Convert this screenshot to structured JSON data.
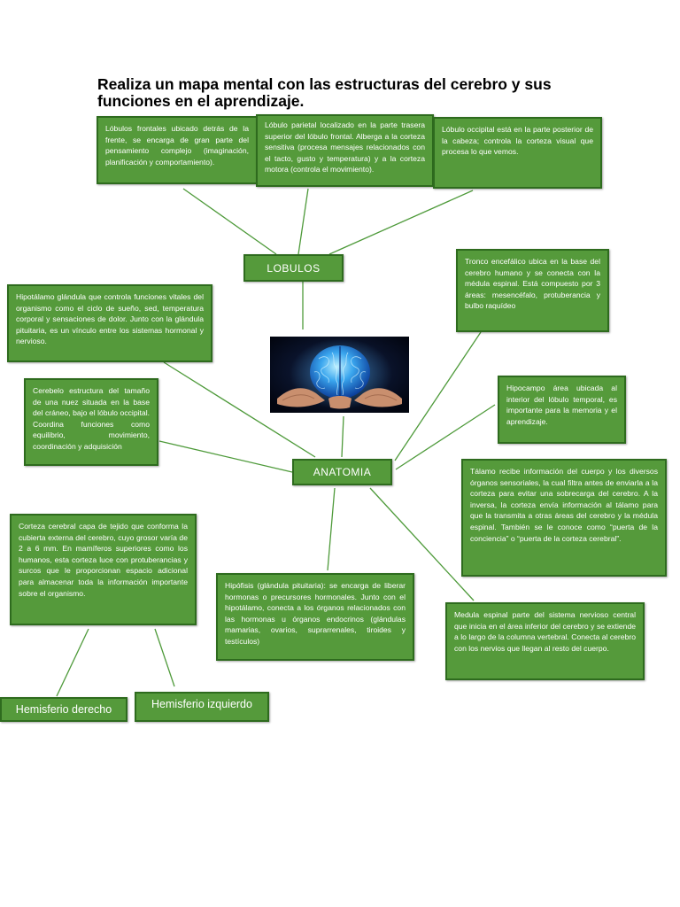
{
  "title": "Realiza un mapa mental con las estructuras del cerebro y sus funciones en el aprendizaje.",
  "nodes": {
    "lobulos": "LOBULOS",
    "anatomia": "ANATOMIA"
  },
  "boxes": {
    "frontal": "Lóbulos frontales ubicado detrás de la frente, se encarga de gran parte del pensamiento complejo (imaginación, planificación y comportamiento).",
    "parietal": "Lóbulo parietal  localizado en la parte trasera superior del lóbulo frontal. Alberga a la corteza sensitiva (procesa mensajes relacionados con el tacto, gusto y temperatura) y a la corteza motora (controla el movimiento).",
    "occipital": "Lóbulo occipital está en la parte posterior de la cabeza; controla la corteza visual que procesa lo que vemos.",
    "hipotalamo": "Hipotálamo glándula que controla funciones vitales del organismo como el ciclo de sueño, sed, temperatura corporal y sensaciones de dolor. Junto con la glándula pituitaria, es un vínculo entre los sistemas hormonal y nervioso.",
    "tronco": "Tronco encefálico ubica en la base del cerebro humano y se conecta con la médula espinal. Está compuesto por 3 áreas: mesencéfalo, protuberancia y bulbo raquídeo",
    "cerebelo": "Cerebelo estructura del tamaño de una nuez situada en la base del cráneo, bajo el lóbulo occipital. Coordina funciones como equilibrio, movimiento, coordinación y adquisición",
    "hipocampo": "Hipocampo área ubicada al interior del lóbulo temporal, es importante para la memoria y el aprendizaje.",
    "talamo": "Tálamo recibe información del cuerpo y los diversos órganos sensoriales, la cual filtra antes de enviarla a la corteza para evitar una sobrecarga del cerebro. A la inversa, la corteza envía información al tálamo para que la transmita a otras áreas del cerebro y la médula espinal. También se le conoce como “puerta de la conciencia” o “puerta de la corteza cerebral”.",
    "corteza": "Corteza cerebral capa de tejido que conforma la cubierta externa del cerebro, cuyo grosor varía de 2 a 6 mm. En mamíferos superiores como los humanos, esta corteza luce con protuberancias y surcos que le proporcionan espacio adicional para almacenar toda la información importante sobre el organismo.",
    "hipofisis": "Hipófisis (glándula pituitaria): se encarga de liberar hormonas o precursores hormonales. Junto con el hipotálamo, conecta a los órganos relacionados con las hormonas u órganos endocrinos (glándulas mamarias, ovarios, suprarrenales, tiroides y testículos)",
    "medula": "Medula espinal parte del sistema nervioso central que inicia en el área inferior del cerebro y se extiende a lo largo de la columna vertebral. Conecta al cerebro con los nervios que llegan al resto del cuerpo."
  },
  "hemispheres": {
    "derecho": "Hemisferio derecho",
    "izquierdo": "Hemisferio izquierdo"
  },
  "colors": {
    "box_fill": "#559a3b",
    "box_border": "#2e6b1e",
    "connector": "#4e9a3a"
  },
  "image": "brain-in-hands"
}
